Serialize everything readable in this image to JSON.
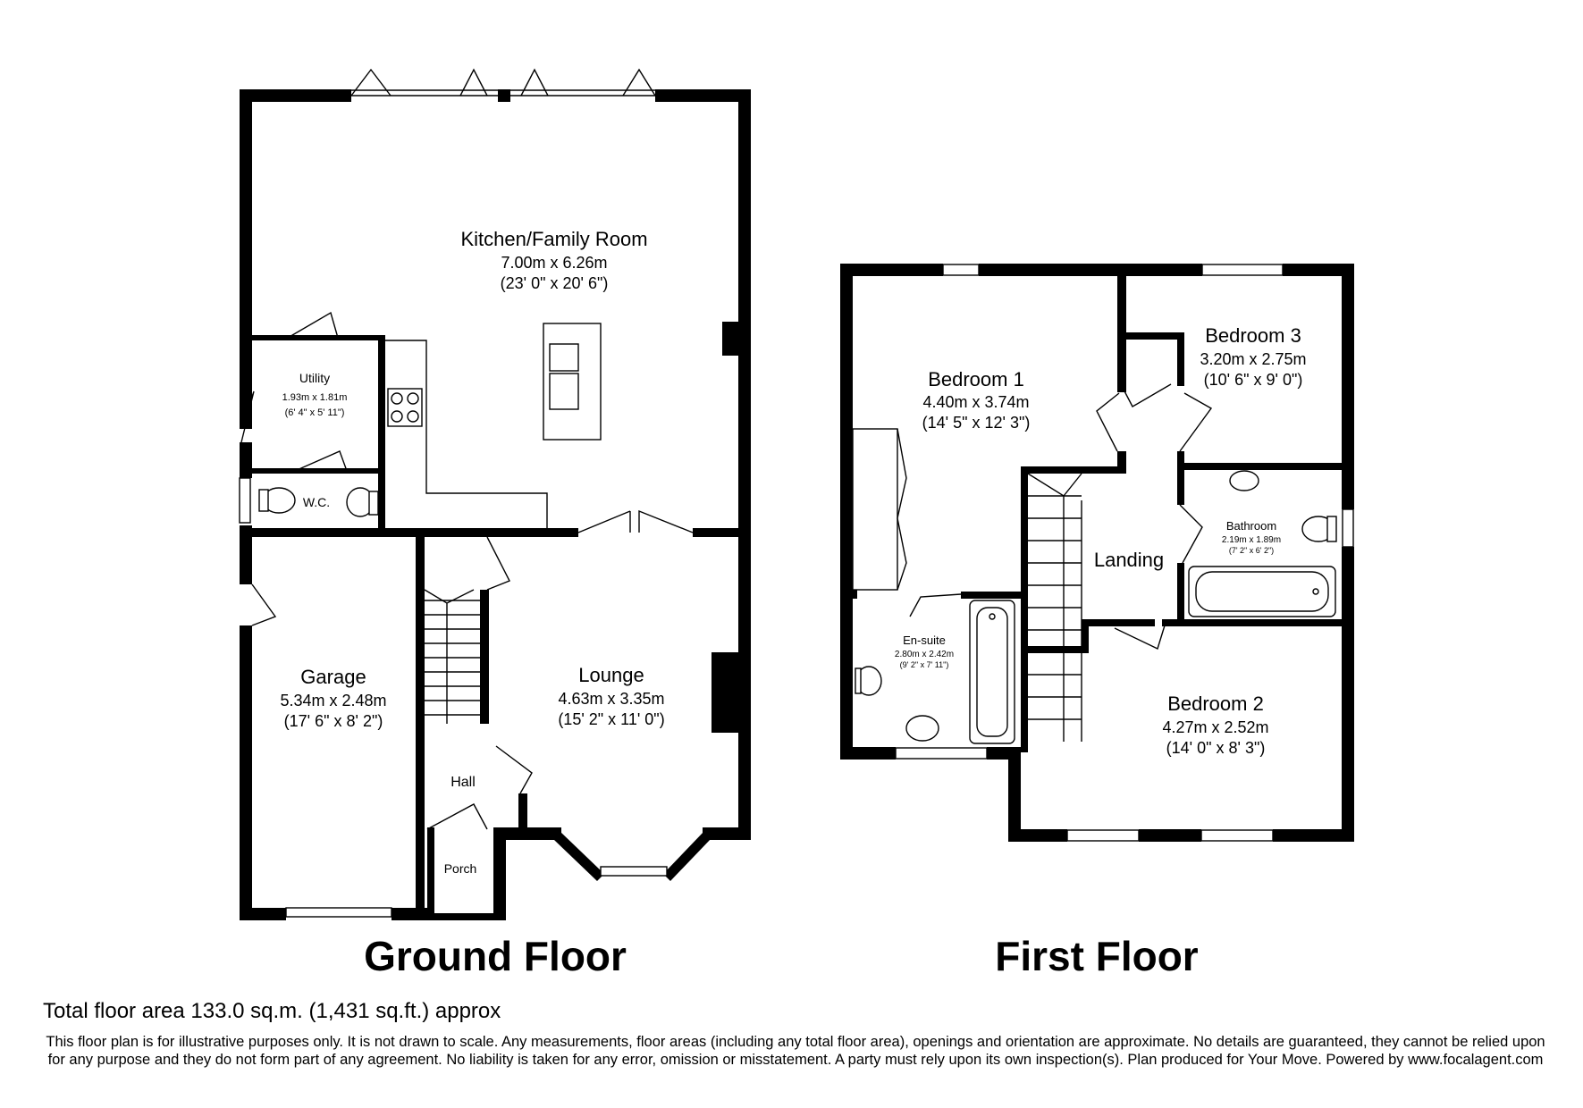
{
  "floors": {
    "ground": {
      "title": "Ground Floor",
      "rooms": {
        "kitchen": {
          "name": "Kitchen/Family Room",
          "metric": "7.00m x 6.26m",
          "imperial": "(23' 0\" x 20' 6\")"
        },
        "utility": {
          "name": "Utility",
          "metric": "1.93m x 1.81m",
          "imperial": "(6' 4\" x 5' 11\")"
        },
        "wc": {
          "name": "W.C."
        },
        "garage": {
          "name": "Garage",
          "metric": "5.34m x 2.48m",
          "imperial": "(17' 6\" x 8' 2\")"
        },
        "lounge": {
          "name": "Lounge",
          "metric": "4.63m x 3.35m",
          "imperial": "(15' 2\" x 11' 0\")"
        },
        "hall": {
          "name": "Hall"
        },
        "porch": {
          "name": "Porch"
        }
      }
    },
    "first": {
      "title": "First Floor",
      "rooms": {
        "bedroom1": {
          "name": "Bedroom 1",
          "metric": "4.40m x 3.74m",
          "imperial": "(14' 5\" x 12' 3\")"
        },
        "bedroom3": {
          "name": "Bedroom 3",
          "metric": "3.20m x 2.75m",
          "imperial": "(10' 6\" x 9' 0\")"
        },
        "bathroom": {
          "name": "Bathroom",
          "metric": "2.19m x 1.89m",
          "imperial": "(7' 2\" x 6' 2\")"
        },
        "landing": {
          "name": "Landing"
        },
        "ensuite": {
          "name": "En-suite",
          "metric": "2.80m x 2.42m",
          "imperial": "(9' 2\" x 7' 11\")"
        },
        "bedroom2": {
          "name": "Bedroom 2",
          "metric": "4.27m x 2.52m",
          "imperial": "(14' 0\" x 8' 3\")"
        }
      }
    }
  },
  "footer": {
    "total_area": "Total floor area 133.0 sq.m. (1,431 sq.ft.) approx",
    "disclaimer": "This floor plan is for illustrative purposes only. It is not drawn to scale. Any measurements, floor areas (including any total floor area), openings and orientation are approximate. No details are guaranteed, they cannot be relied upon for any purpose and they do not form part of any agreement. No liability is taken for any error, omission or misstatement. A party must rely upon its own inspection(s).  Plan produced for Your Move. Powered by www.focalagent.com"
  }
}
